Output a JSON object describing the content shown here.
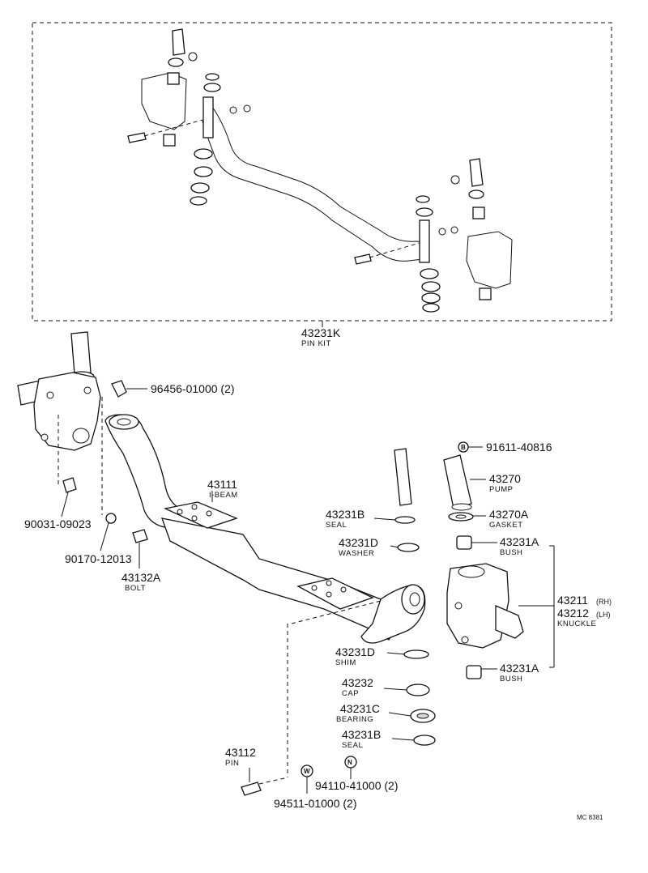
{
  "pin_kit": {
    "number": "43231K",
    "desc": "PIN KIT"
  },
  "parts": {
    "bolt_upper": {
      "number": "96456-01000 (2)"
    },
    "mark_b_part": {
      "number": "91611-40816",
      "mark": "B"
    },
    "pump": {
      "number": "43270",
      "desc": "PUMP"
    },
    "gasket": {
      "number": "43270A",
      "desc": "GASKET"
    },
    "seal_b": {
      "number": "43231B",
      "desc": "SEAL"
    },
    "washer": {
      "number": "43231D",
      "desc": "WASHER"
    },
    "bush_upper": {
      "number": "43231A",
      "desc": "BUSH"
    },
    "i_beam": {
      "number": "43111",
      "desc": "I-BEAM"
    },
    "bolt_lower_left": {
      "number": "90031-09023"
    },
    "nut_left": {
      "number": "90170-12013"
    },
    "bolt": {
      "number": "43132A",
      "desc": "BOLT"
    },
    "knuckle": {
      "number_rh": "43211",
      "suffix_rh": "(RH)",
      "number_lh": "43212",
      "suffix_lh": "(LH)",
      "desc": "KNUCKLE"
    },
    "shim": {
      "number": "43231D",
      "desc": "SHIM"
    },
    "bush_lower": {
      "number": "43231A",
      "desc": "BUSH"
    },
    "cap": {
      "number": "43232",
      "desc": "CAP"
    },
    "bearing": {
      "number": "43231C",
      "desc": "BEARING"
    },
    "seal_lower": {
      "number": "43231B",
      "desc": "SEAL"
    },
    "pin": {
      "number": "43112",
      "desc": "PIN"
    },
    "nut_n": {
      "number": "94110-41000 (2)",
      "mark": "N"
    },
    "washer_w": {
      "number": "94511-01000 (2)",
      "mark": "W"
    }
  },
  "drawing_code": "MC 8381"
}
